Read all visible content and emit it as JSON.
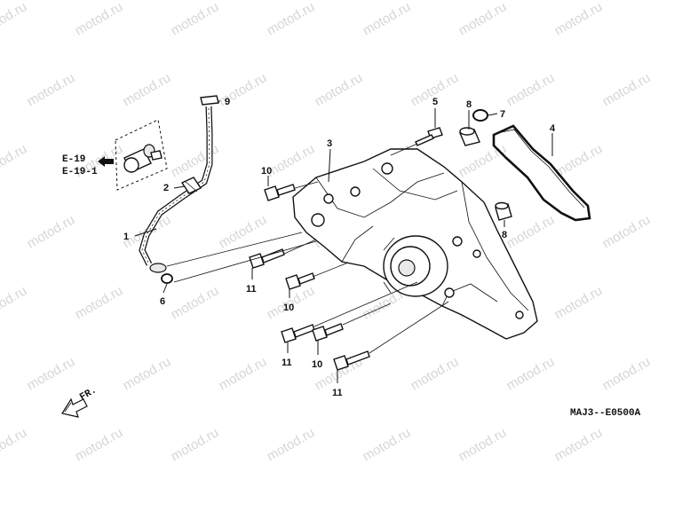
{
  "watermark": "motod.ru",
  "callouts": {
    "c1": "1",
    "c2": "2",
    "c3": "3",
    "c4": "4",
    "c5": "5",
    "c6": "6",
    "c7": "7",
    "c8a": "8",
    "c8b": "8",
    "c9": "9",
    "c10a": "10",
    "c10b": "10",
    "c10c": "10",
    "c11a": "11",
    "c11b": "11",
    "c11c": "11"
  },
  "refs": {
    "e19": "E-19",
    "e19_1": "E-19-1"
  },
  "front_label": "FR.",
  "diagram_code": "MAJ3--E0500A"
}
